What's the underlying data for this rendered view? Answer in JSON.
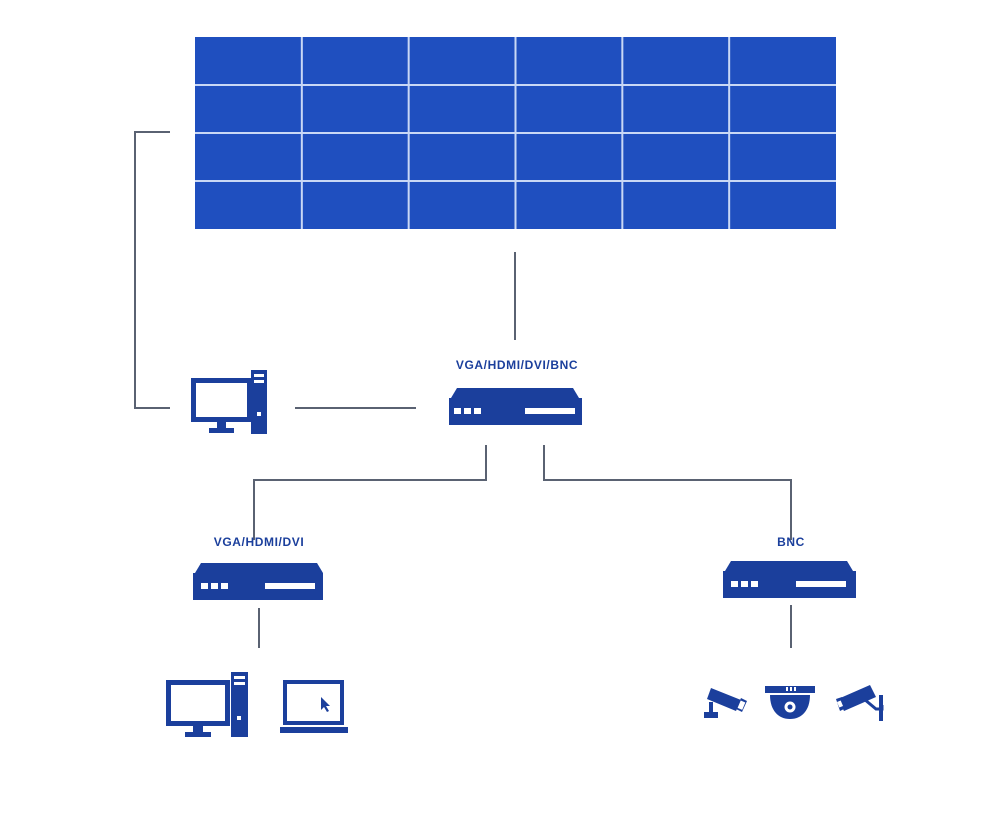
{
  "diagram": {
    "video_wall": {
      "rows": 4,
      "cols": 6
    },
    "labels": {
      "main_processor": "VGA/HDMI/DVI/BNC",
      "left_processor": "VGA/HDMI/DVI",
      "right_processor": "BNC"
    },
    "colors": {
      "primary": "#1b3f9c",
      "wall_panel": "#1f4fbf",
      "wall_grid": "#c9d8f5",
      "line": "#5a6272"
    }
  }
}
